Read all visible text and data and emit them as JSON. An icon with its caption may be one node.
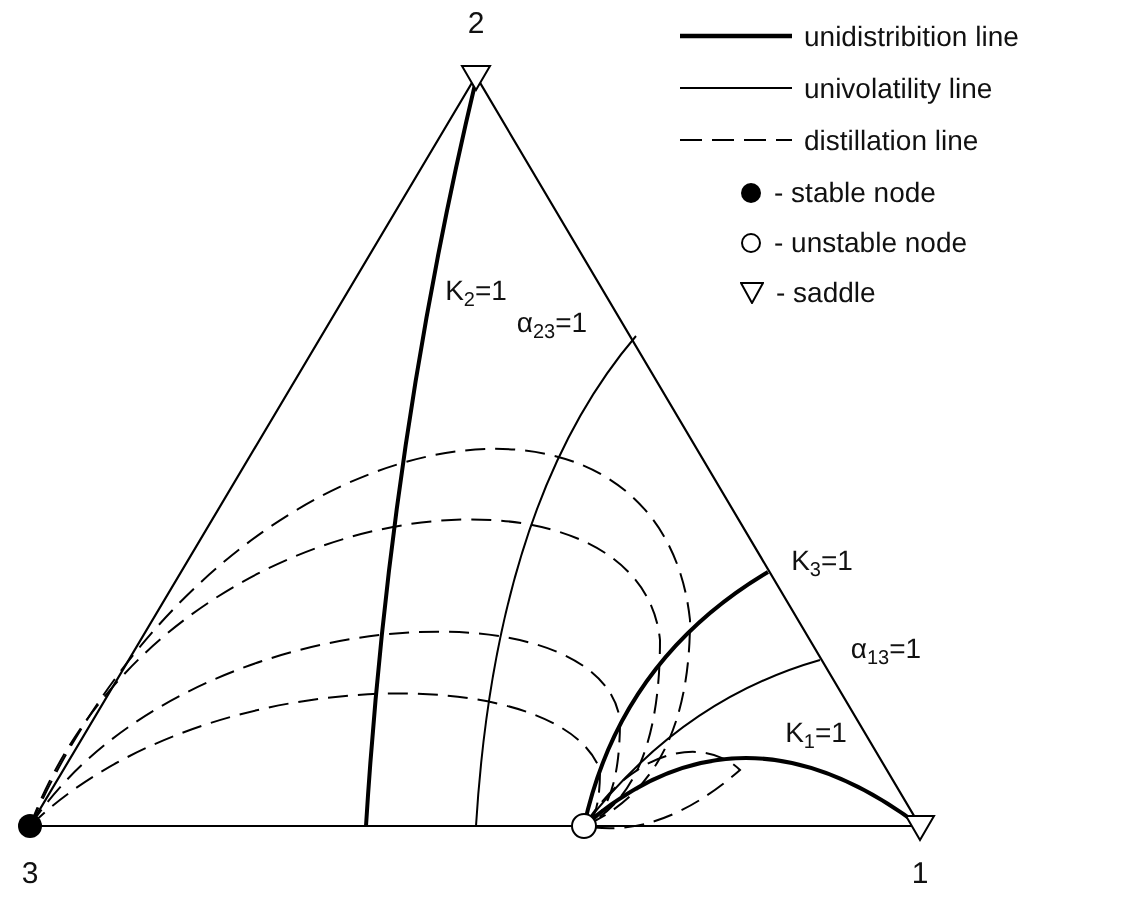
{
  "diagram": {
    "labels": [
      "2",
      "3",
      "1",
      "K$_{2}$=1",
      "α$_{23}$=1",
      "K$_{3}$=1",
      "α$_{13}$=1",
      "K$_{1}$=1"
    ],
    "legend": [
      {
        "text": "unidistribition line"
      },
      {
        "text": "univolatility line"
      },
      {
        "text": "distillation line"
      },
      {
        "text": "- stable node"
      },
      {
        "text": "- unstable node"
      },
      {
        "text": "- saddle"
      }
    ]
  }
}
